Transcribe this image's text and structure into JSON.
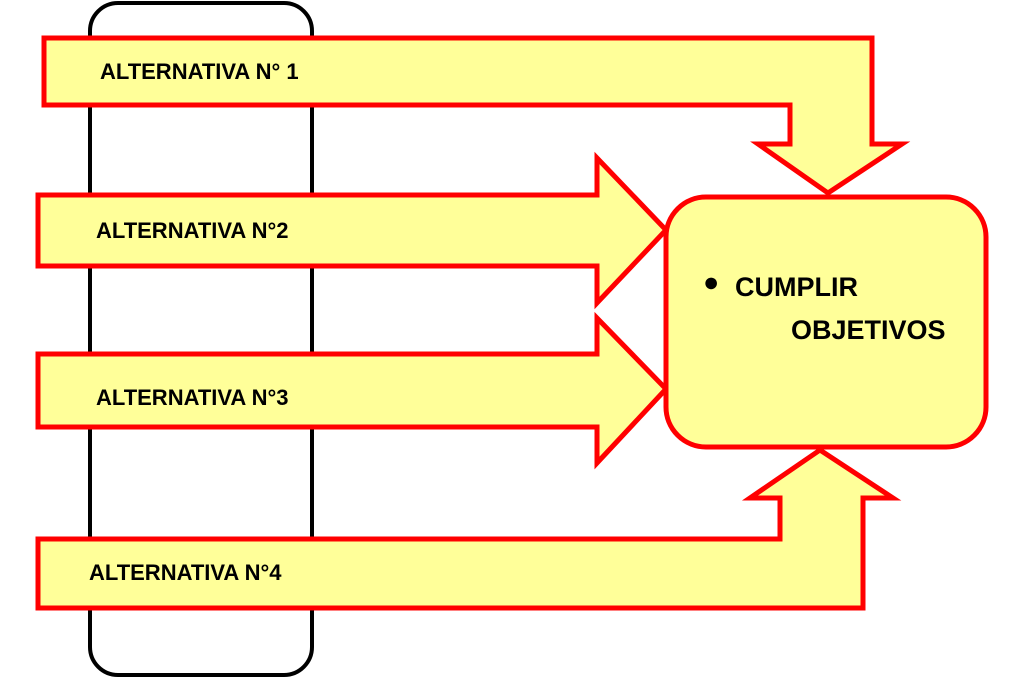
{
  "colors": {
    "fill": "#ffff99",
    "stroke": "#ff0000",
    "frame": "#000000",
    "text": "#000000"
  },
  "alternatives": [
    {
      "label": "ALTERNATIVA N° 1"
    },
    {
      "label": "ALTERNATIVA N°2"
    },
    {
      "label": "ALTERNATIVA N°3"
    },
    {
      "label": "ALTERNATIVA N°4"
    }
  ],
  "goal": {
    "bullet": "●",
    "line1": "CUMPLIR",
    "line2": "OBJETIVOS"
  }
}
